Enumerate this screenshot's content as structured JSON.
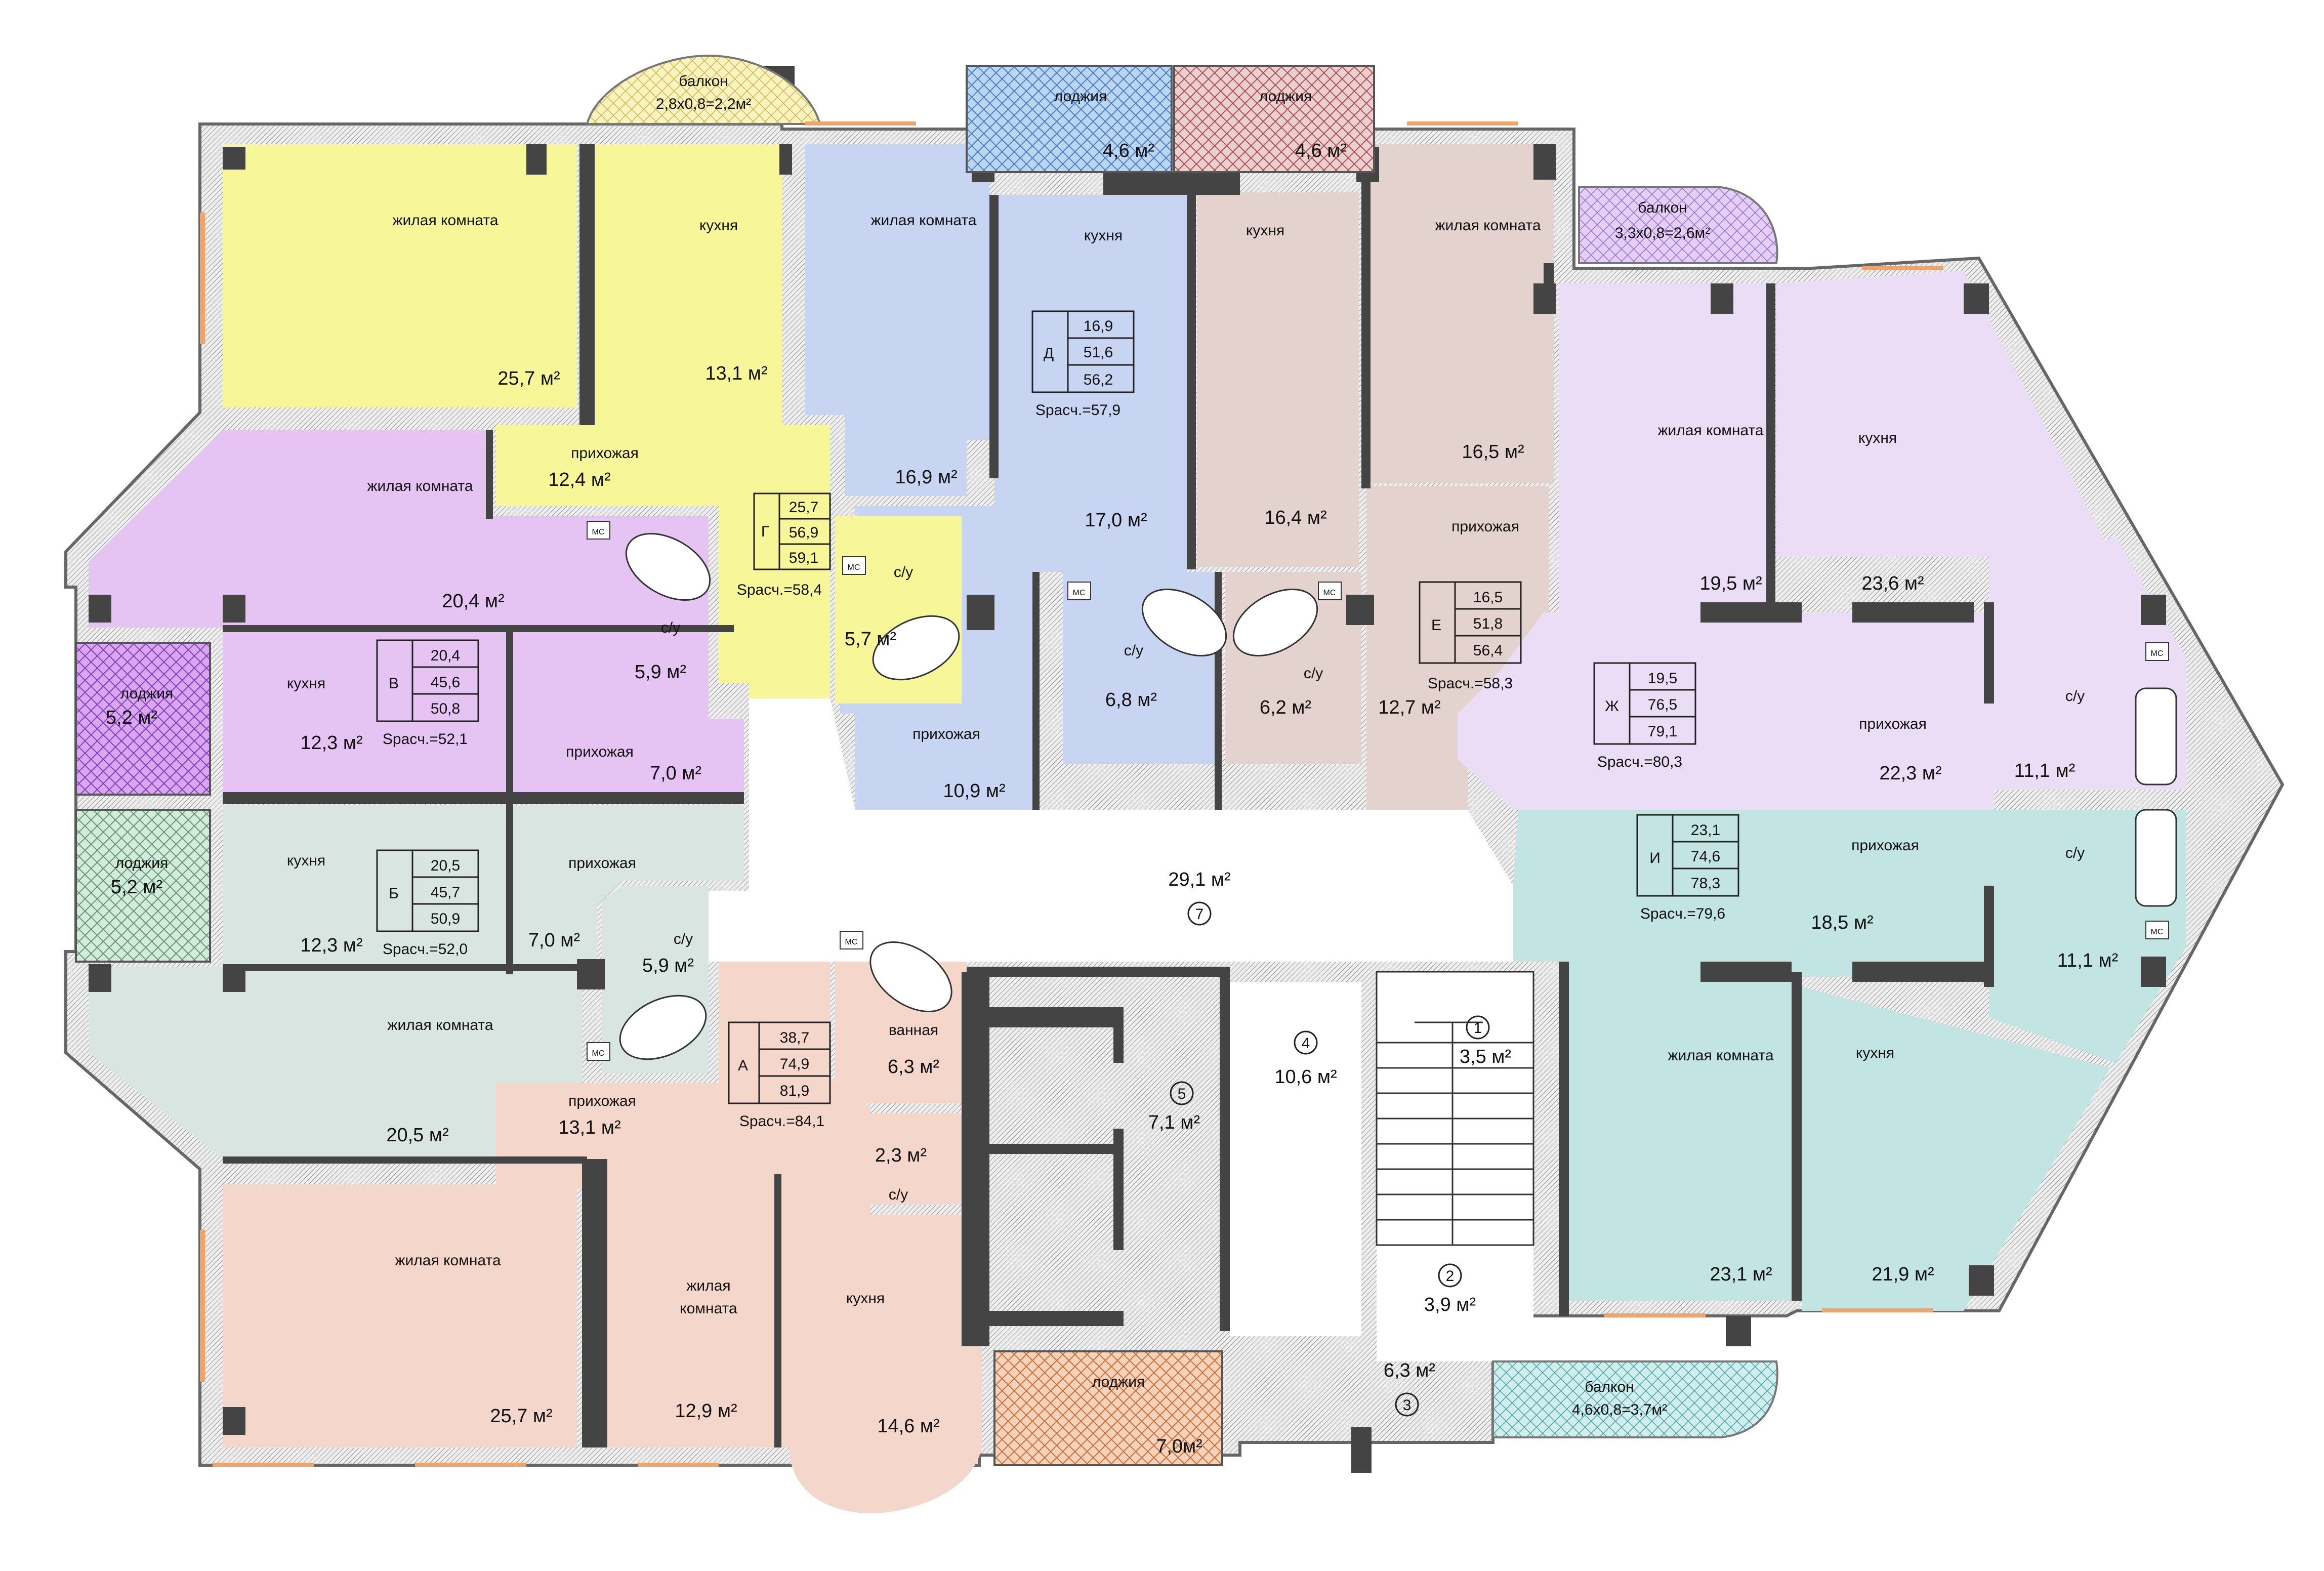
{
  "plan": {
    "fill_colors": {
      "G": "#F7F79A",
      "D": "#C7D4F2",
      "E": "#E4D2CF",
      "V": "#E5C4F3",
      "B": "#D8E5E1",
      "A": "#F5D6CB",
      "ZH": "#EBDDF5",
      "I": "#C2E4E2",
      "corridor": "#FFFFFF",
      "wall": "#444444",
      "outline": "#666666",
      "window": "#F0A46C",
      "loggia_blue": "#BBD6F2",
      "loggia_red": "#E8C8C8",
      "loggia_purple": "#C98DEB",
      "loggia_green": "#C7E6D2",
      "loggia_orange": "#F3C5A8",
      "balcony_yellow": "#F7F0B0",
      "balcony_lilac": "#D8C0F0",
      "balcony_teal": "#C0E8E8"
    },
    "outdoor": {
      "balcony_top": "балкон",
      "balcony_top_dims": "2,8х0,8=2,2м²",
      "loggia_top_1": "лоджия",
      "loggia_top_1_area": "4,6 м²",
      "loggia_top_2": "лоджия",
      "loggia_top_2_area": "4,6 м²",
      "balcony_right": "балкон",
      "balcony_right_dims": "3,3х0,8=2,6м²",
      "loggia_left_1": "лоджия",
      "loggia_left_1_area": "5,2 м²",
      "loggia_left_2": "лоджия",
      "loggia_left_2_area": "5,2 м²",
      "loggia_bottom": "лоджия",
      "loggia_bottom_area": "7,0м²",
      "balcony_bottom": "балкон",
      "balcony_bottom_dims": "4,6х0,8=3,7м²"
    },
    "apartments": {
      "G": {
        "letter": "Г",
        "v1": "25,7",
        "v2": "56,9",
        "v3": "59,1",
        "s": "Spacч.=58,4"
      },
      "D": {
        "letter": "Д",
        "v1": "16,9",
        "v2": "51,6",
        "v3": "56,2",
        "s": "Spacч.=57,9"
      },
      "E": {
        "letter": "Е",
        "v1": "16,5",
        "v2": "51,8",
        "v3": "56,4",
        "s": "Spacч.=58,3"
      },
      "V": {
        "letter": "В",
        "v1": "20,4",
        "v2": "45,6",
        "v3": "50,8",
        "s": "Spacч.=52,1"
      },
      "B": {
        "letter": "Б",
        "v1": "20,5",
        "v2": "45,7",
        "v3": "50,9",
        "s": "Spacч.=52,0"
      },
      "A": {
        "letter": "А",
        "v1": "38,7",
        "v2": "74,9",
        "v3": "81,9",
        "s": "Spacч.=84,1"
      },
      "ZH": {
        "letter": "Ж",
        "v1": "19,5",
        "v2": "76,5",
        "v3": "79,1",
        "s": "Spacч.=80,3"
      },
      "I": {
        "letter": "И",
        "v1": "23,1",
        "v2": "74,6",
        "v3": "78,3",
        "s": "Spacч.=79,6"
      }
    },
    "rooms": {
      "g_living": {
        "label": "жилая комната",
        "area": "25,7 м²"
      },
      "g_kitchen": {
        "label": "кухня",
        "area": "13,1 м²"
      },
      "g_hall": {
        "label": "прихожая",
        "area": "12,4 м²"
      },
      "g_bath": {
        "label": "с/у",
        "area": "5,9 м²"
      },
      "d_living": {
        "label": "жилая комната",
        "area": "16,9 м²"
      },
      "d_kitchen": {
        "label": "кухня",
        "area": "17,0 м²"
      },
      "d_bath": {
        "label": "с/у",
        "area": "5,7 м²"
      },
      "d_hall": {
        "label": "прихожая",
        "area": "10,9 м²"
      },
      "d_bath2": {
        "label": "с/у",
        "area": "6,8 м²"
      },
      "e_kitchen": {
        "label": "кухня",
        "area": "16,4 м²"
      },
      "e_living": {
        "label": "жилая комната",
        "area": "16,5 м²"
      },
      "e_hall": {
        "label": "прихожая",
        "area": "12,7 м²"
      },
      "e_bath": {
        "label": "с/у",
        "area": "6,2 м²"
      },
      "v_living": {
        "label": "жилая комната",
        "area": "20,4 м²"
      },
      "v_kitchen": {
        "label": "кухня",
        "area": "12,3 м²"
      },
      "v_hall": {
        "label": "прихожая",
        "area": "7,0 м²"
      },
      "b_kitchen": {
        "label": "кухня",
        "area": "12,3 м²"
      },
      "b_hall": {
        "label": "прихожая",
        "area": "7,0 м²"
      },
      "b_bath": {
        "label": "с/у",
        "area": "5,9 м²"
      },
      "b_living": {
        "label": "жилая комната",
        "area": "20,5 м²"
      },
      "a_hall": {
        "label": "прихожая",
        "area": "13,1 м²"
      },
      "a_bathroom": {
        "label": "ванная",
        "area": "6,3 м²"
      },
      "a_wc": {
        "label": "с/у",
        "area": "2,3 м²"
      },
      "a_living1": {
        "label": "жилая комната",
        "area": "25,7 м²"
      },
      "a_living2": {
        "label1": "жилая",
        "label2": "комната",
        "area": "12,9 м²"
      },
      "a_kitchen": {
        "label": "кухня",
        "area": "14,6 м²"
      },
      "zh_living": {
        "label": "жилая комната",
        "area": "19,5 м²"
      },
      "zh_kitchen": {
        "label": "кухня",
        "area": "23,6 м²"
      },
      "zh_hall": {
        "label": "прихожая",
        "area": "22,3 м²"
      },
      "zh_bath": {
        "label": "с/у",
        "area": "11,1 м²"
      },
      "i_hall": {
        "label": "прихожая",
        "area": "18,5 м²"
      },
      "i_bath": {
        "label": "с/у",
        "area": "11,1 м²"
      },
      "i_living": {
        "label": "жилая комната",
        "area": "23,1 м²"
      },
      "i_kitchen": {
        "label": "кухня",
        "area": "21,9 м²"
      }
    },
    "common": {
      "corridor": {
        "num": "7",
        "area": "29,1 м²"
      },
      "stair_1": {
        "num": "1",
        "area": "3,5 м²"
      },
      "stair_2": {
        "num": "2",
        "area": "3,9 м²"
      },
      "lobby_3": {
        "num": "3",
        "area": "6,3 м²"
      },
      "room_4": {
        "num": "4",
        "area": "10,6 м²"
      },
      "room_5": {
        "num": "5",
        "area": "7,1 м²"
      }
    },
    "mc_label": "МС"
  }
}
